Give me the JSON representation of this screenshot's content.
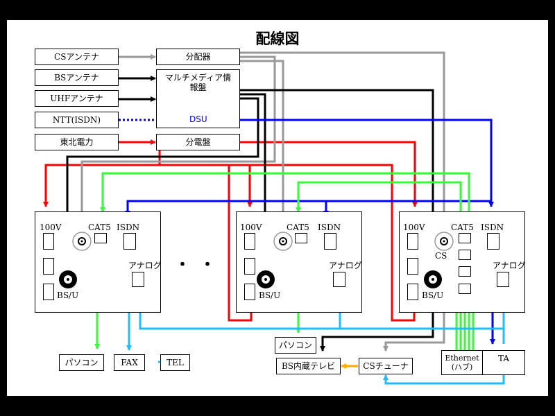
{
  "title": "配線図",
  "sources": {
    "cs_antenna": "CSアンテナ",
    "bs_antenna": "BSアンテナ",
    "uhf_antenna": "UHFアンテナ",
    "ntt_isdn": "NTT(ISDN)",
    "tohoku_power": "東北電力"
  },
  "equipment": {
    "distributor": "分配器",
    "multimedia_panel": "マルチメディア情報盤",
    "dsu": "DSU",
    "breaker_panel": "分電盤"
  },
  "outlet": {
    "power": "100V",
    "cat5": "CAT5",
    "isdn": "ISDN",
    "analog": "アナログ",
    "bsu": "BS/U",
    "cs": "CS"
  },
  "ellipsis": "・・",
  "devices": {
    "pc_left": "パソコン",
    "fax": "FAX",
    "tel": "TEL",
    "pc_middle": "パソコン",
    "bs_tv": "BS内蔵テレビ",
    "cs_tuner": "CSチューナ",
    "ethernet_hub": "Ethernet\n(ハブ)",
    "ta": "TA"
  },
  "colors": {
    "power_line": "#ff0000",
    "cs_line": "#999999",
    "antenna_line": "#000000",
    "isdn_line": "#0000ff",
    "lan_line": "#33ff33",
    "phone_line": "#22bbff",
    "tuner_link": "#ffaa00"
  }
}
